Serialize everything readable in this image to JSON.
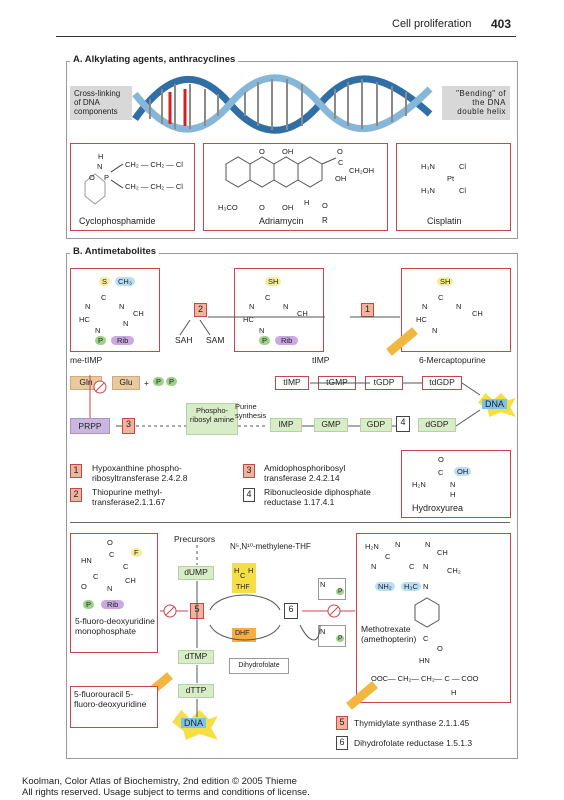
{
  "header": {
    "title": "Cell proliferation",
    "page_number": "403"
  },
  "section_a": {
    "title": "A. Alkylating agents, anthracyclines",
    "crosslink_label": "Cross-linking of DNA components",
    "bending_label": "\"Bending\" of the DNA double helix",
    "drugs": [
      {
        "name": "Cyclophosphamide"
      },
      {
        "name": "Adriamycin",
        "r": "R"
      },
      {
        "name": "Cisplatin"
      }
    ],
    "chem": {
      "cyclo_h": "H",
      "cyclo_n": "N",
      "cyclo_p": "P",
      "cyclo_o": "O",
      "cyclo_chain": "CH₂ — CH₂ — Cl",
      "adria_o": "O",
      "adria_oh": "OH",
      "adria_ch2oh": "CH₂OH",
      "adria_c": "C",
      "adria_h3co": "H₃CO",
      "adria_h": "H",
      "cis_h3n": "H₃N",
      "cis_cl": "Cl",
      "cis_pt": "Pt"
    }
  },
  "section_b": {
    "title": "B. Antimetabolites",
    "purine": {
      "sh": "SH",
      "s": "S",
      "ch3": "CH₃",
      "n": "N",
      "c": "C",
      "ch": "CH",
      "hc": "HC",
      "p": "P",
      "rib": "Rib",
      "me_timp": "me-tIMP",
      "timp": "tIMP",
      "mercapto": "6-Mercaptopurine",
      "sah": "SAH",
      "sam": "SAM",
      "gln": "Gln",
      "glu": "Glu",
      "prpp": "PRPP",
      "phosphoribosyl": "Phospho-ribosyl amine",
      "purine_synthesis": "Purine synthesis",
      "timp2": "tIMP",
      "tgmp": "tGMP",
      "tgdp": "tGDP",
      "tdgdp": "tdGDP",
      "imp": "IMP",
      "gmp": "GMP",
      "gdp": "GDP",
      "dgdp": "dGDP",
      "dna": "DNA",
      "plus": "+"
    },
    "enzymes_top": [
      {
        "num": "1",
        "name": "Hypoxanthine phospho-ribosyltransferase 2.4.2.8"
      },
      {
        "num": "2",
        "name": "Thiopurine methyl-transferase2.1.1.67"
      },
      {
        "num": "3",
        "name": "Amidophosphoribosyl transferase 2.4.2.14"
      },
      {
        "num": "4",
        "name": "Ribonucleoside diphosphate reductase 1.17.4.1"
      }
    ],
    "hydroxyurea": {
      "name": "Hydroxyurea",
      "o": "O",
      "c": "C",
      "h2n": "H₂N",
      "n": "N",
      "oh": "OH",
      "h": "H"
    },
    "pyrimidine": {
      "precursors": "Precursors",
      "methylene_thf": "N⁵,N¹⁰-methylene-THF",
      "dump": "dUMP",
      "dtmp": "dTMP",
      "dttp": "dTTP",
      "dna": "DNA",
      "thf": "THF",
      "dhf": "DHF",
      "dihydrofolate": "Dihydrofolate",
      "num5": "5",
      "num6": "6",
      "fluoro_name": "5-fluoro-deoxyuridine monophosphate",
      "fluorouracil": "5-fluorouracil 5-fluoro-deoxyuridine",
      "fdu": {
        "o": "O",
        "hn": "HN",
        "c": "C",
        "f": "F",
        "ch": "CH",
        "n": "N",
        "p": "P",
        "rib": "Rib"
      },
      "mtx": {
        "name": "Methotrexate (amethopterin)",
        "h2n": "H₂N",
        "n": "N",
        "c": "C",
        "ch": "CH",
        "ch2": "CH₂",
        "nh2": "NH₂",
        "h3c": "H₃C",
        "o": "O",
        "hn": "HN",
        "chain": "OOC— CH₂— CH₂— C — COO",
        "h": "H"
      },
      "h": "H",
      "c": "C",
      "n": "N",
      "p": "P"
    },
    "enzymes_bottom": [
      {
        "num": "5",
        "name": "Thymidylate synthase 2.1.1.45"
      },
      {
        "num": "6",
        "name": "Dihydrofolate reductase 1.5.1.3"
      }
    ]
  },
  "footer": {
    "line1": "Koolman, Color Atlas of Biochemistry, 2nd edition © 2005 Thieme",
    "line2": "All rights reserved. Usage subject to terms and conditions of license."
  }
}
